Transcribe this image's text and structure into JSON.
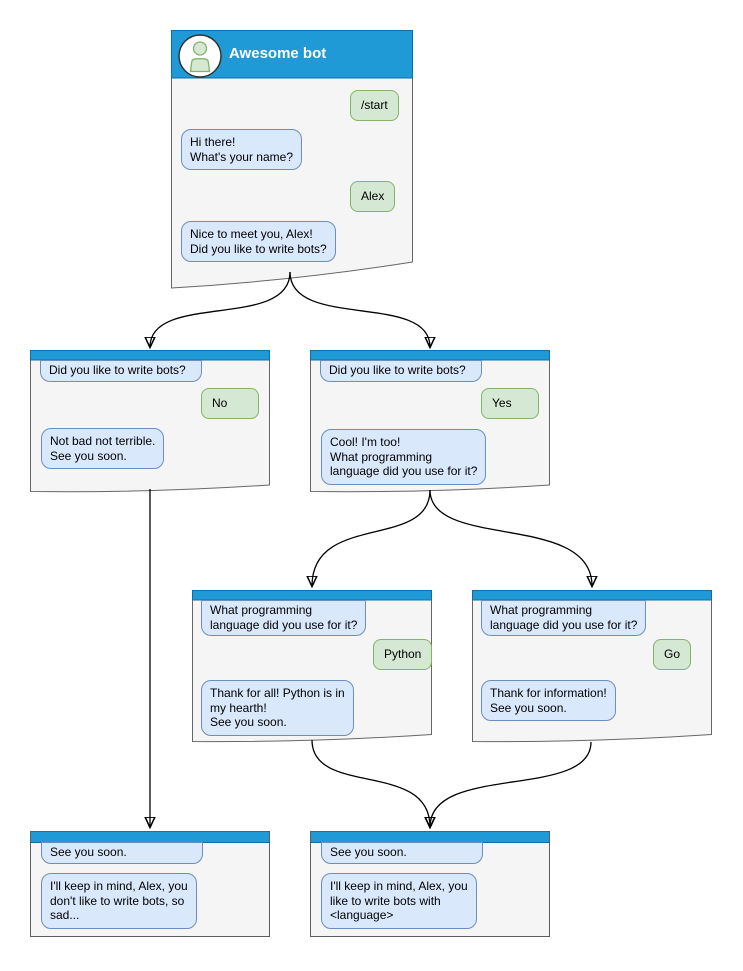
{
  "diagram": {
    "kind": "chatbot-conversation-flowchart",
    "colors": {
      "header_blue": "#1f9ad7",
      "window_fill": "#f5f5f5",
      "window_border": "#666666",
      "bot_bubble_fill": "#dae8fc",
      "bot_bubble_border": "#6c8ebf",
      "user_bubble_fill": "#d5e8d4",
      "user_bubble_border": "#82b366",
      "connector": "#000000"
    }
  },
  "windows": [
    {
      "id": "main",
      "title": "Awesome bot",
      "avatar_icon": "person-icon",
      "messages": [
        {
          "from": "user",
          "text": "/start"
        },
        {
          "from": "bot",
          "text": "Hi there!\nWhat's your name?"
        },
        {
          "from": "user",
          "text": "Alex"
        },
        {
          "from": "bot",
          "text": "Nice to meet you, Alex!\nDid you like to write bots?"
        }
      ]
    },
    {
      "id": "branch-no",
      "messages": [
        {
          "from": "bot",
          "text": "Did you like to write bots?"
        },
        {
          "from": "user",
          "text": "No"
        },
        {
          "from": "bot",
          "text": "Not bad not terrible.\nSee you soon."
        }
      ]
    },
    {
      "id": "branch-yes",
      "messages": [
        {
          "from": "bot",
          "text": "Did you like to write bots?"
        },
        {
          "from": "user",
          "text": "Yes"
        },
        {
          "from": "bot",
          "text": "Cool! I'm too!\nWhat programming\nlanguage did you use for it?"
        }
      ]
    },
    {
      "id": "branch-python",
      "messages": [
        {
          "from": "bot",
          "text": "What programming\nlanguage did you use for it?"
        },
        {
          "from": "user",
          "text": "Python"
        },
        {
          "from": "bot",
          "text": "Thank for all! Python is in\nmy hearth!\nSee you soon."
        }
      ]
    },
    {
      "id": "branch-go",
      "messages": [
        {
          "from": "bot",
          "text": "What programming\nlanguage did you use for it?"
        },
        {
          "from": "user",
          "text": "Go"
        },
        {
          "from": "bot",
          "text": "Thank for information!\nSee you soon."
        }
      ]
    },
    {
      "id": "end-no",
      "messages": [
        {
          "from": "bot",
          "text": "See you soon."
        },
        {
          "from": "bot",
          "text": "I'll keep in mind, Alex, you\ndon't like to write bots, so\nsad..."
        }
      ]
    },
    {
      "id": "end-yes",
      "messages": [
        {
          "from": "bot",
          "text": "See you soon."
        },
        {
          "from": "bot",
          "text": "I'll keep in mind, Alex, you\nlike to write bots with\n<language>"
        }
      ]
    }
  ],
  "connectors": [
    {
      "from": "main",
      "to": "branch-no"
    },
    {
      "from": "main",
      "to": "branch-yes"
    },
    {
      "from": "branch-yes",
      "to": "branch-python"
    },
    {
      "from": "branch-yes",
      "to": "branch-go"
    },
    {
      "from": "branch-no",
      "to": "end-no"
    },
    {
      "from": "branch-python",
      "to": "end-yes"
    },
    {
      "from": "branch-go",
      "to": "end-yes"
    }
  ]
}
